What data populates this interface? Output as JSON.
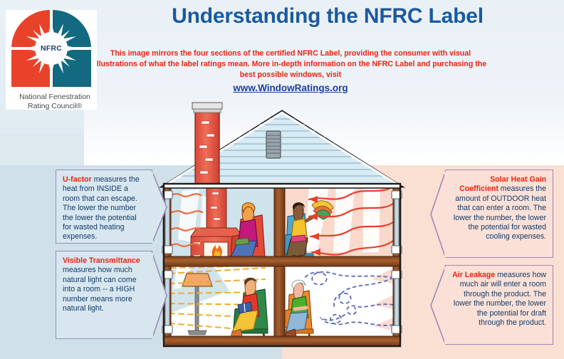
{
  "header": {
    "title": "Understanding the NFRC Label",
    "intro": "This image mirrors the four sections of the certified NFRC Label, providing the consumer with visual illustrations of what the label ratings mean.  More in-depth information on the NFRC Label and purchasing the best possible windows, visit",
    "link": "www.WindowRatings.org",
    "title_color": "#1a5a9e",
    "intro_color": "#ee2211",
    "link_color": "#1a3f9e"
  },
  "logo": {
    "mark_text": "NFRC",
    "caption": "National Fenestration Rating Council®",
    "color_warm": "#e8432a",
    "color_cool": "#136a80"
  },
  "callouts": [
    {
      "id": "u-factor",
      "side": "left",
      "keyword": "U-factor",
      "body": " measures the heat from INSIDE a room that can escape. The lower the number the lower the potential for wasted heating expenses.",
      "fill": "#d8e7ef",
      "border": "#9b8ab8"
    },
    {
      "id": "visible-transmittance",
      "side": "left",
      "keyword": "Visible Transmittance",
      "body": " measures how much natural light can come into a room -- a HIGH number means more natural light.",
      "fill": "#d8e7ef",
      "border": "#9b8ab8"
    },
    {
      "id": "solar-heat-gain-coefficient",
      "side": "right",
      "keyword": "Solar Heat Gain Coefficient",
      "body": " measures the amount of OUTDOOR heat that can enter a room. The lower the number, the lower the potential for wasted cooling expenses.",
      "fill": "#fae0d6",
      "border": "#9b8ab8"
    },
    {
      "id": "air-leakage",
      "side": "right",
      "keyword": "Air Leakage",
      "body": " measures how much air will enter a room through the product. The lower the number, the lower the potential for draft through the product.",
      "fill": "#fae0d6",
      "border": "#9b8ab8"
    }
  ],
  "illustration": {
    "name": "house-cutaway-diagram",
    "background_left": "#cfe0e9",
    "background_right": "#fadfd3",
    "rooms": [
      {
        "id": "upper-left-room",
        "label": "heat escaping room with fireplace",
        "wall_color": "#cfe3ec",
        "feature": "brick fireplace with fire",
        "person": "seated person in magenta top and blue jeans in red armchair",
        "flow": "orange wavy heat lines escaping through left window"
      },
      {
        "id": "upper-right-room",
        "label": "solar heat gain room",
        "wall_color": "#f8d9cc",
        "feature": "sunlight beams",
        "person": "seated person in yellow top holding a hand fan in blue armchair",
        "flow": "red arrows of outdoor heat entering through right window"
      },
      {
        "id": "lower-left-room",
        "label": "visible transmittance room",
        "wall_color": "#ffffff",
        "feature": "floor lamp",
        "person": "person reading a book in green armchair",
        "flow": "yellow dashed daylight rays entering through left window"
      },
      {
        "id": "lower-right-room",
        "label": "air leakage room",
        "wall_color": "#ffffff",
        "feature": "drafty air",
        "person": "seated person in green top in orange armchair",
        "flow": "blue dashed swirling air currents entering through right window"
      }
    ],
    "roof": {
      "color": "#d8eaf2",
      "vent": "attic-vent"
    },
    "chimney": {
      "color": "#e05a4a",
      "cap_color": "#e8e8e8"
    }
  }
}
